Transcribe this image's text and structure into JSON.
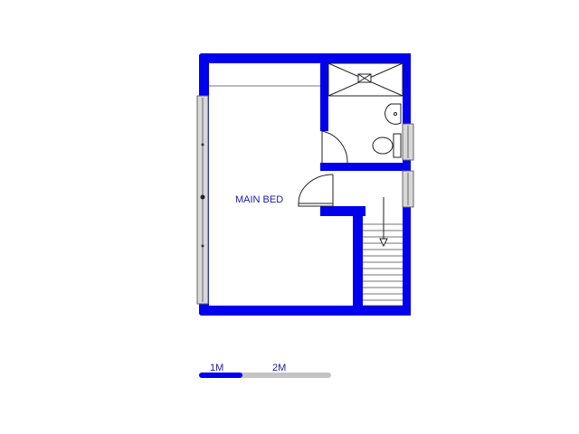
{
  "rooms": {
    "main_bed": "MAIN BED"
  },
  "scale_bar": {
    "label_1": "1M",
    "label_2": "2M"
  },
  "colors": {
    "wall": "#0000ee",
    "text": "#1a1aa8",
    "fixture": "#222222",
    "window": "#777777",
    "window_fill": "#d8d8d8",
    "scale_grey": "#c4c4c4"
  }
}
